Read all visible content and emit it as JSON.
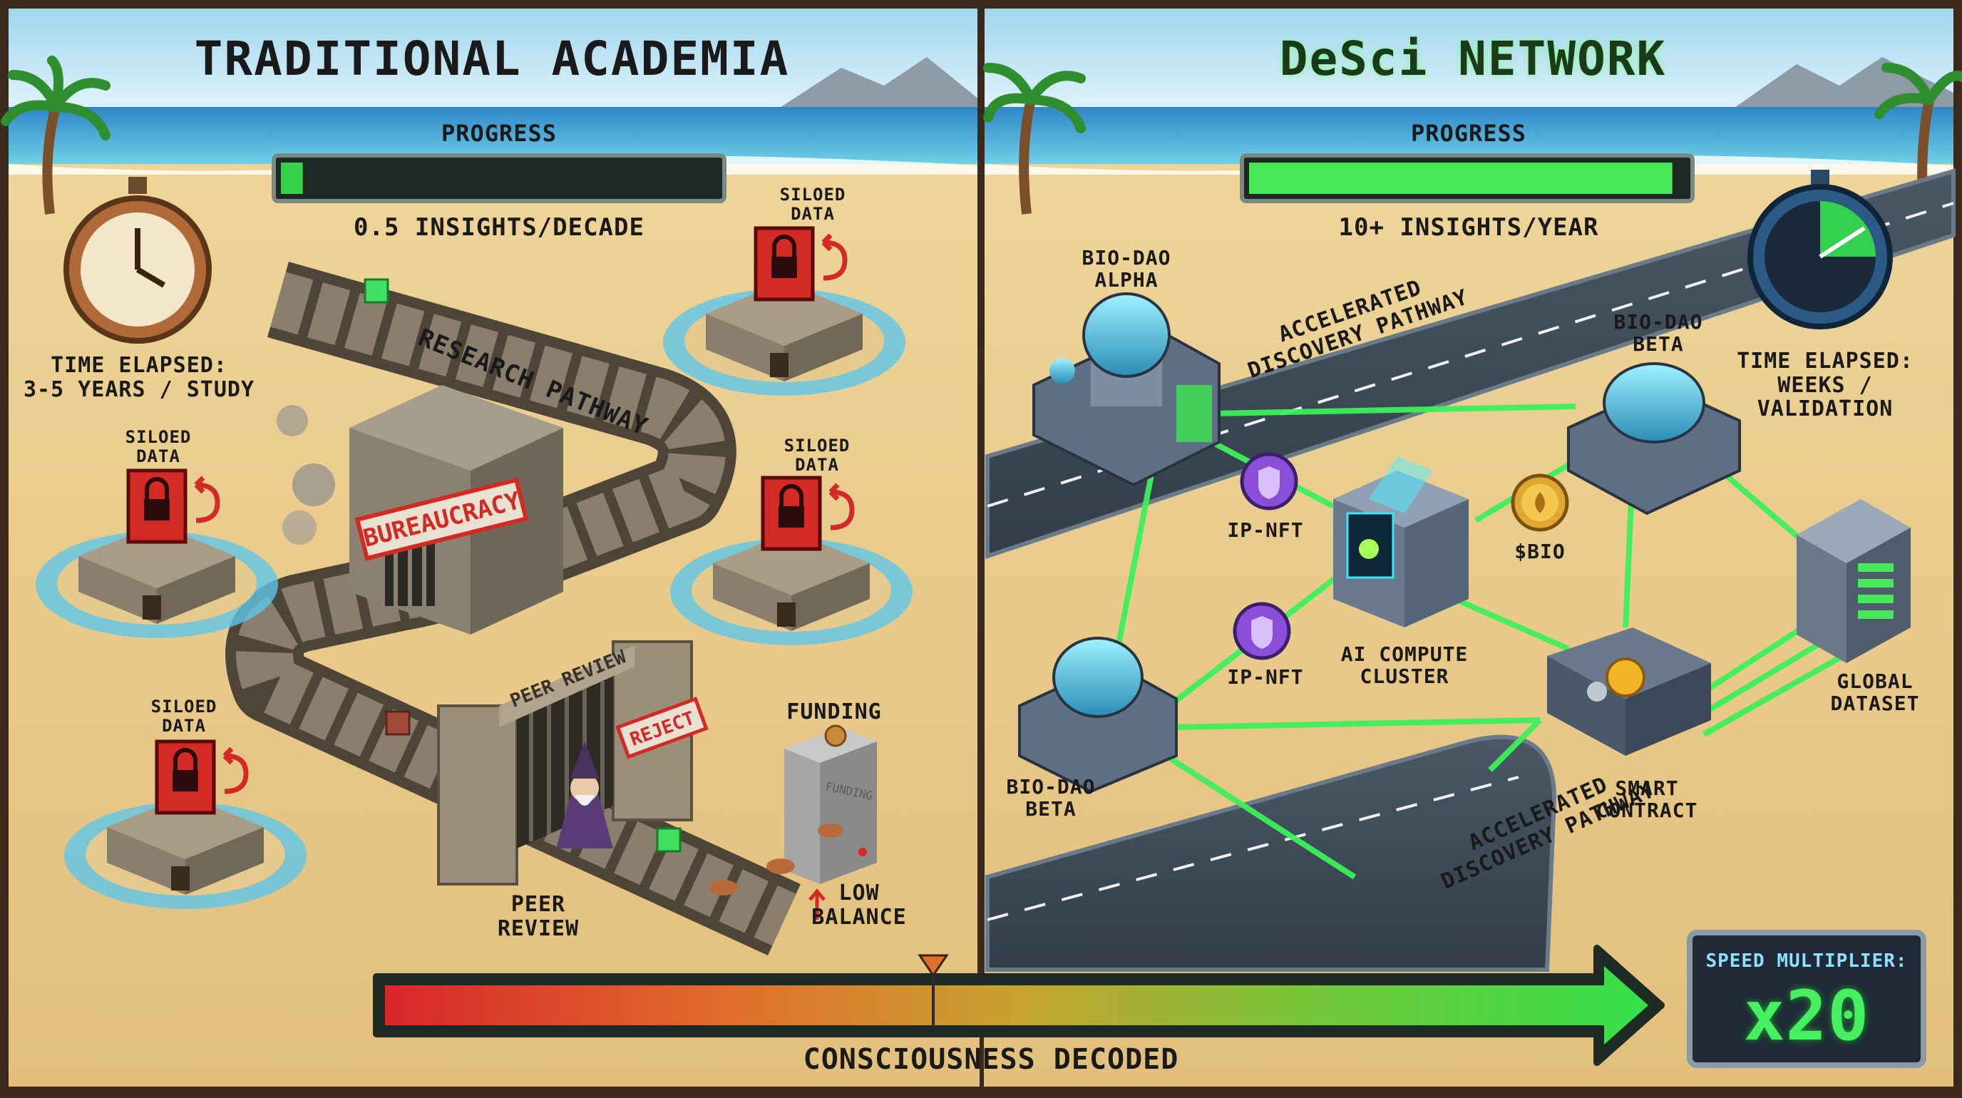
{
  "left_panel": {
    "title": "TRADITIONAL ACADEMIA",
    "progress_label": "PROGRESS",
    "progress": 0.05,
    "rate": "0.5 INSIGHTS/DECADE",
    "time_elapsed": "TIME ELAPSED:\n3-5 YEARS / STUDY",
    "siloed_data_label": "SILOED\nDATA",
    "pathway_label": "RESEARCH PATHWAY",
    "bureaucracy_stamp": "BUREAUCRACY",
    "gate_sign": "PEER REVIEW",
    "reject_stamp": "REJECT",
    "peer_review_label": "PEER\nREVIEW",
    "funding_label": "FUNDING",
    "funding_box_text": "FUNDING",
    "low_balance_label": "LOW\nBALANCE"
  },
  "right_panel": {
    "title": "DeSci NETWORK",
    "progress_label": "PROGRESS",
    "progress": 0.97,
    "rate": "10+ INSIGHTS/YEAR",
    "time_elapsed": "TIME ELAPSED:\nWEEKS /\nVALIDATION",
    "bio_dao_alpha": "BIO-DAO\nALPHA",
    "bio_dao_beta_top": "BIO-DAO\nBETA",
    "bio_dao_beta_left": "BIO-DAO\nBETA",
    "ip_nft_1": "IP-NFT",
    "ip_nft_2": "IP-NFT",
    "bio_token": "$BIO",
    "ai_cluster": "AI COMPUTE\nCLUSTER",
    "smart_contract": "SMART\nCONTRACT",
    "global_dataset": "GLOBAL\nDATASET",
    "pathway_top": "ACCELERATED\nDISCOVERY PATHWAY",
    "pathway_bottom": "ACCELERATED\nDISCOVERY PATHWAY"
  },
  "bottom": {
    "progress_caption": "CONSCIOUSNESS DECODED",
    "speed_multiplier_label": "SPEED MULTIPLIER:",
    "speed_multiplier_value": "x20"
  },
  "colors": {
    "sand": "#e8c98a",
    "sea": "#3fa6d8",
    "sky": "#bfe3f3",
    "stone": "#8c8270",
    "neon_green": "#39e64f",
    "danger_red": "#e0322c",
    "frame": "#3b2a1c",
    "dark_panel": "#1f2a36"
  }
}
